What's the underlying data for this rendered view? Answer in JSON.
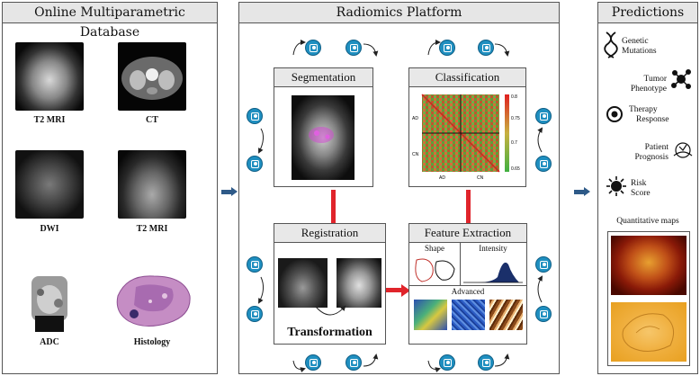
{
  "left_panel": {
    "title": "Online Multiparametric Database",
    "images": [
      {
        "label": "T2 MRI"
      },
      {
        "label": "CT"
      },
      {
        "label": "DWI"
      },
      {
        "label": "T2 MRI"
      },
      {
        "label": "ADC"
      },
      {
        "label": "Histology"
      }
    ]
  },
  "center_panel": {
    "title": "Radiomics Platform",
    "segmentation": {
      "title": "Segmentation"
    },
    "classification": {
      "title": "Classification",
      "row_labels": [
        "AD",
        "CN"
      ],
      "col_labels": [
        "AD",
        "CN"
      ],
      "colorbar_ticks": [
        "0.8",
        "0.75",
        "0.7",
        "0.65"
      ]
    },
    "registration": {
      "title": "Registration",
      "caption": "Transformation"
    },
    "feature_extraction": {
      "title": "Feature Extraction",
      "shape_label": "Shape",
      "intensity_label": "Intensity",
      "advanced_label": "Advanced"
    }
  },
  "right_panel": {
    "title": "Predictions",
    "items": [
      {
        "icon": "dna-icon",
        "lines": [
          "Genetic",
          "Mutations"
        ]
      },
      {
        "icon": "cell-cluster-icon",
        "lines": [
          "Tumor",
          "Phenotype"
        ]
      },
      {
        "icon": "therapy-icon",
        "lines": [
          "Therapy",
          "Response"
        ]
      },
      {
        "icon": "prognosis-icon",
        "lines": [
          "Patient",
          "Prognosis"
        ]
      },
      {
        "icon": "virus-icon",
        "lines": [
          "Risk",
          "Score"
        ]
      }
    ],
    "maps_title": "Quantitative maps"
  },
  "colors": {
    "panel_header": "#e6e6e6",
    "connector_red": "#e0242b",
    "flow_arrow_blue": "#2e5a88",
    "icon_blue": "#1f8fc0"
  }
}
